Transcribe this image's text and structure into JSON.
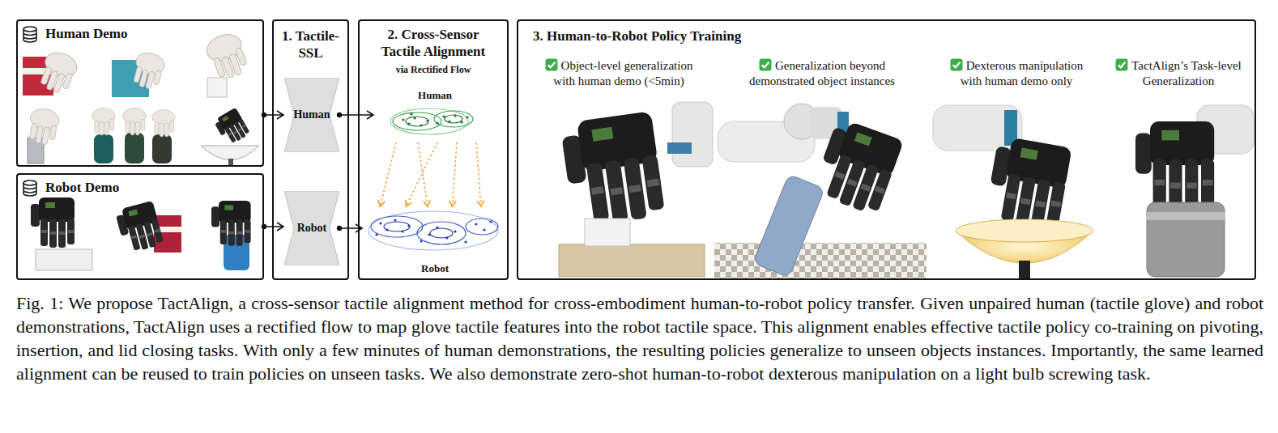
{
  "diagram": {
    "caption": "Fig. 1: We propose TactAlign, a cross-sensor tactile alignment method for cross-embodiment human-to-robot policy transfer. Given unpaired human (tactile glove) and robot demonstrations, TactAlign uses a rectified flow to map glove tactile features into the robot tactile space. This alignment enables effective tactile policy co-training on pivoting, insertion, and lid closing tasks. With only a few minutes of human demonstrations, the resulting policies generalize to unseen objects instances. Importantly, the same learned alignment can be reused to train policies on unseen tasks. We also demonstrate zero-shot human-to-robot dexterous manipulation on a light bulb screwing task.",
    "nodes": [
      {
        "text": [
          "Human Demo"
        ]
      },
      {
        "text": [
          "Robot Demo"
        ]
      },
      {
        "text": [
          "1. Tactile-SSL"
        ]
      },
      {
        "text": [
          "Human"
        ],
        "in": 2
      },
      {
        "text": [
          "Robot"
        ],
        "in": 2
      },
      {
        "text": [
          "2. Cross-Sensor Tactile Alignment",
          "via Rectified Flow"
        ]
      },
      {
        "text": [
          "Human"
        ],
        "in": 5
      },
      {
        "text": [
          "Robot"
        ],
        "in": 5
      },
      {
        "text": [
          "3. Human-to-Robot Policy Training"
        ]
      },
      {
        "text": [
          "Object-level generalization with human demo (<5min)"
        ],
        "in": 8
      },
      {
        "text": [
          "Generalization beyond demonstrated object instances"
        ],
        "in": 8
      },
      {
        "text": [
          "Dexterous manipulation with human demo only"
        ],
        "in": 8
      },
      {
        "text": [
          "TactAlign’s Task-level Generalization"
        ],
        "in": 8
      }
    ],
    "edges": [
      {
        "from": 0,
        "to": 3,
        "arrow": "to"
      },
      {
        "from": 1,
        "to": 4,
        "arrow": "to"
      },
      {
        "from": 3,
        "to": 6,
        "arrow": "to"
      },
      {
        "from": 4,
        "to": 7,
        "arrow": "to"
      },
      {
        "from": 6,
        "to": 7,
        "arrow": "to"
      }
    ]
  }
}
